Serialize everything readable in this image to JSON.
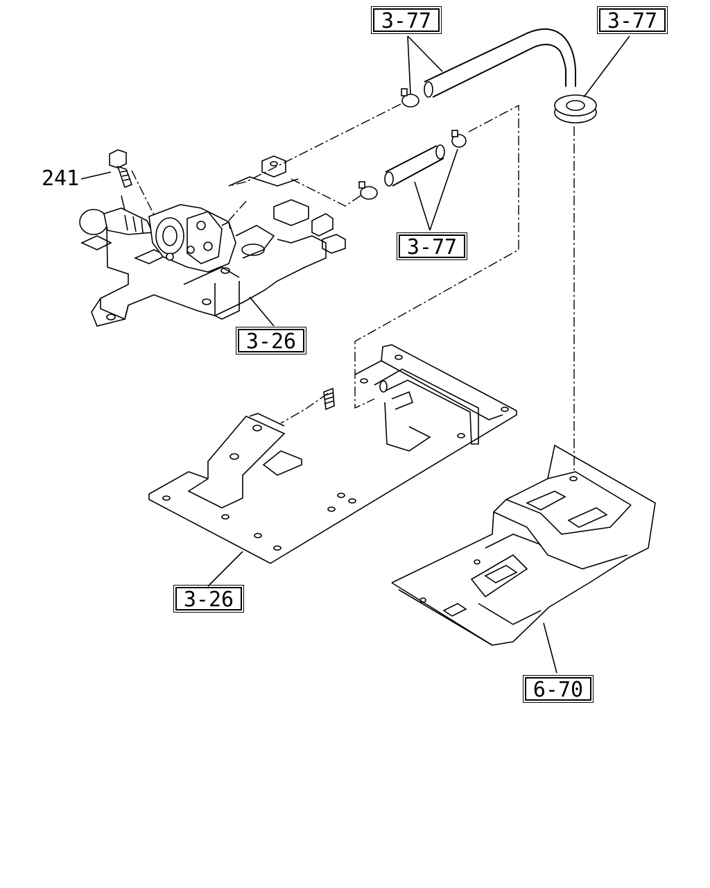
{
  "callouts": {
    "ref_top_center": "3-77",
    "ref_top_right": "3-77",
    "ref_mid_center": "3-77",
    "ref_left_bracket": "3-26",
    "ref_floor_plate": "3-26",
    "ref_floor_panel": "6-70"
  },
  "part_numbers": {
    "bolt": "241"
  }
}
